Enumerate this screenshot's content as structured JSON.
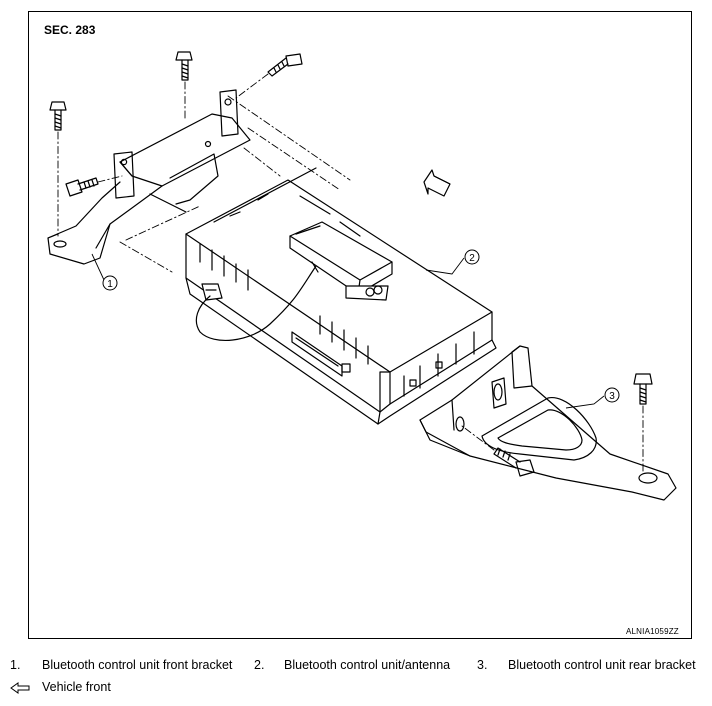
{
  "section_label": "SEC. 283",
  "figure_code": "ALNIA1059ZZ",
  "callouts": [
    "1",
    "2",
    "3"
  ],
  "legend": [
    {
      "num": "1.",
      "text": "Bluetooth control unit front bracket"
    },
    {
      "num": "2.",
      "text": "Bluetooth control unit/antenna"
    },
    {
      "num": "3.",
      "text": "Bluetooth control unit rear bracket"
    }
  ],
  "vehicle_front": {
    "icon": "front-arrow-icon",
    "label": "Vehicle front"
  }
}
